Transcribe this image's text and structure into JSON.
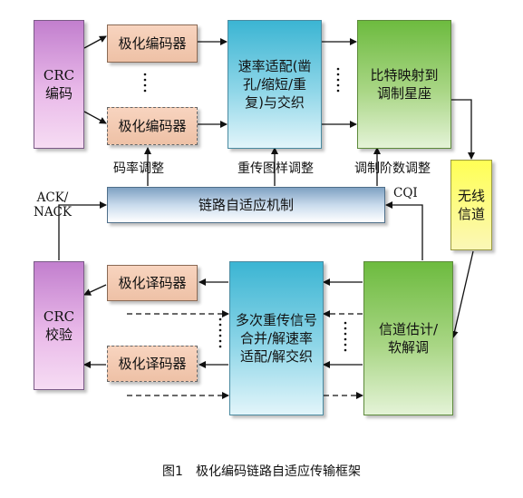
{
  "blocks": {
    "crc_encode": "CRC\n编码",
    "polar_encoder_1": "极化编码器",
    "polar_encoder_2": "极化编码器",
    "rate_matching": "速率适配(凿\n孔/缩短/重\n复)与交织",
    "bit_mapping": "比特映射到\n调制星座",
    "wireless_channel": "无线\n信道",
    "link_adaptation": "链路自适应机制",
    "crc_check": "CRC\n校验",
    "polar_decoder_1": "极化译码器",
    "polar_decoder_2": "极化译码器",
    "harq_combine": "多次重传信号\n合并/解速率\n适配/解交织",
    "channel_estimation": "信道估计/\n软解调"
  },
  "labels": {
    "code_rate_adjust": "码率调整",
    "retrans_pattern_adjust": "重传图样调整",
    "modulation_order_adjust": "调制阶数调整",
    "ack_nack": "ACK/\nNACK",
    "cqi": "CQI"
  },
  "caption": "图1　极化编码链路自适应传输框架"
}
